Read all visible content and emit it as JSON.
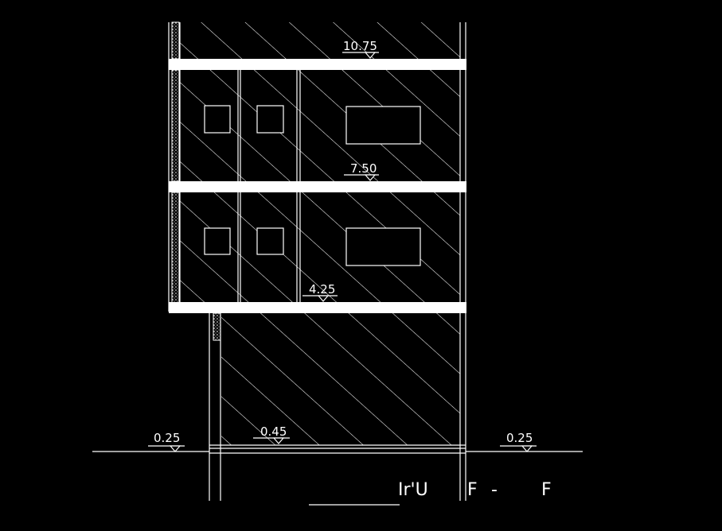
{
  "drawing": {
    "background_color": "#000000",
    "line_color": "#ffffff",
    "levels": {
      "roof": "10.75",
      "second_floor": "7.50",
      "first_floor": "4.25",
      "inside_ground": "0.45",
      "outside_left": "0.25",
      "outside_right": "0.25"
    },
    "section_title": {
      "name": "Ir'U",
      "left_mark": "F",
      "dash": "-",
      "right_mark": "F"
    }
  }
}
